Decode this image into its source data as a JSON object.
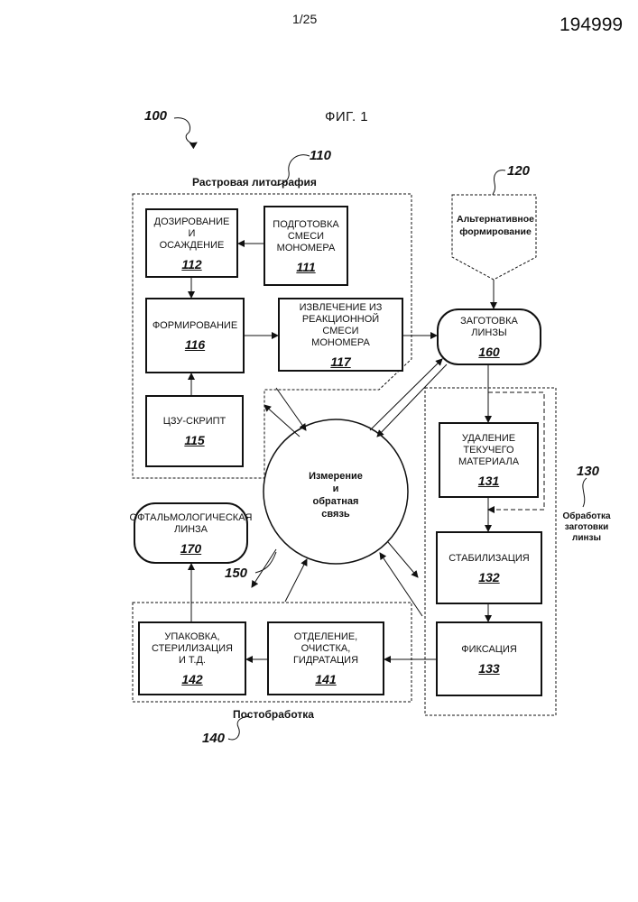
{
  "header": {
    "page": "1/25",
    "doc_number": "194999"
  },
  "figure_title": "ФИГ. 1",
  "refs": {
    "r100": "100",
    "r110": "110",
    "r120": "120",
    "r130": "130",
    "r140": "140",
    "r150": "150"
  },
  "sections": {
    "lithography": "Растровая литография",
    "postprocessing": "Постобработка",
    "lens_blank_processing": "Обработка\nзаготовки\nлинзы",
    "alternative_forming": "Альтернативное\nформирование"
  },
  "boxes": {
    "b112": {
      "text": "ДОЗИРОВАНИЕ И\nОСАЖДЕНИЕ",
      "num": "112"
    },
    "b111": {
      "text": "ПОДГОТОВКА\nСМЕСИ\nМОНОМЕРА",
      "num": "111"
    },
    "b116": {
      "text": "ФОРМИРОВАНИЕ",
      "num": "116"
    },
    "b117": {
      "text": "ИЗВЛЕЧЕНИЕ ИЗ\nРЕАКЦИОННОЙ СМЕСИ\nМОНОМЕРА",
      "num": "117"
    },
    "b115": {
      "text": "ЦЗУ-СКРИПТ",
      "num": "115"
    },
    "b160": {
      "text": "ЗАГОТОВКА\nЛИНЗЫ",
      "num": "160"
    },
    "b131": {
      "text": "УДАЛЕНИЕ\nТЕКУЧЕГО\nМАТЕРИАЛА",
      "num": "131"
    },
    "b132": {
      "text": "СТАБИЛИЗАЦИЯ",
      "num": "132"
    },
    "b133": {
      "text": "ФИКСАЦИЯ",
      "num": "133"
    },
    "b170": {
      "text": "ОФТАЛЬМОЛОГИЧЕСКАЯ\nЛИНЗА",
      "num": "170"
    },
    "b142": {
      "text": "УПАКОВКА,\nСТЕРИЛИЗАЦИЯ\nИ Т.Д.",
      "num": "142"
    },
    "b141": {
      "text": "ОТДЕЛЕНИЕ,\nОЧИСТКА,\nГИДРАТАЦИЯ",
      "num": "141"
    }
  },
  "circle": {
    "text": "Измерение\nи\nобратная\nсвязь"
  }
}
